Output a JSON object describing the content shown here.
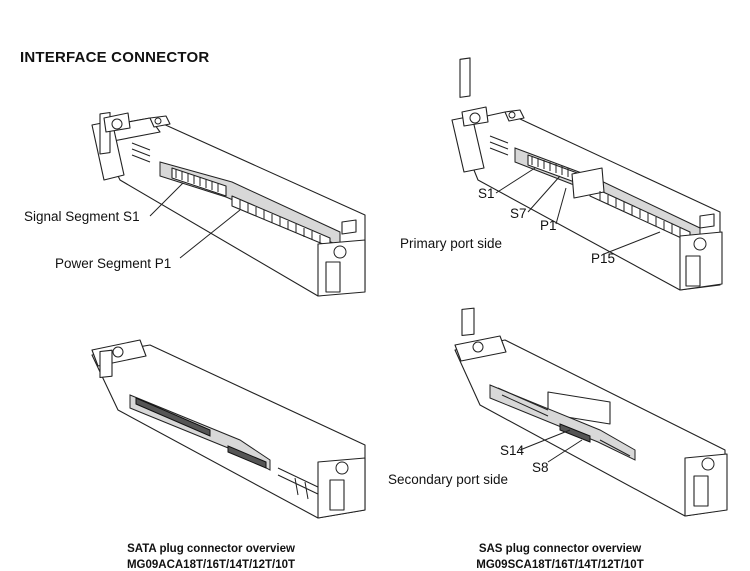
{
  "heading": "INTERFACE CONNECTOR",
  "panels": {
    "top_left": {
      "labels": [
        "Signal Segment S1",
        "Power Segment P1"
      ]
    },
    "top_right": {
      "side_label": "Primary port side",
      "pins": [
        "S1",
        "S7",
        "P1",
        "P15"
      ]
    },
    "bottom_left": {
      "caption_line1": "SATA plug connector overview",
      "caption_line2": "MG09ACA18T/16T/14T/12T/10T"
    },
    "bottom_right": {
      "side_label": "Secondary port side",
      "pins": [
        "S14",
        "S8"
      ],
      "caption_line1": "SAS plug connector overview",
      "caption_line2": "MG09SCA18T/16T/14T/12T/10T"
    }
  }
}
